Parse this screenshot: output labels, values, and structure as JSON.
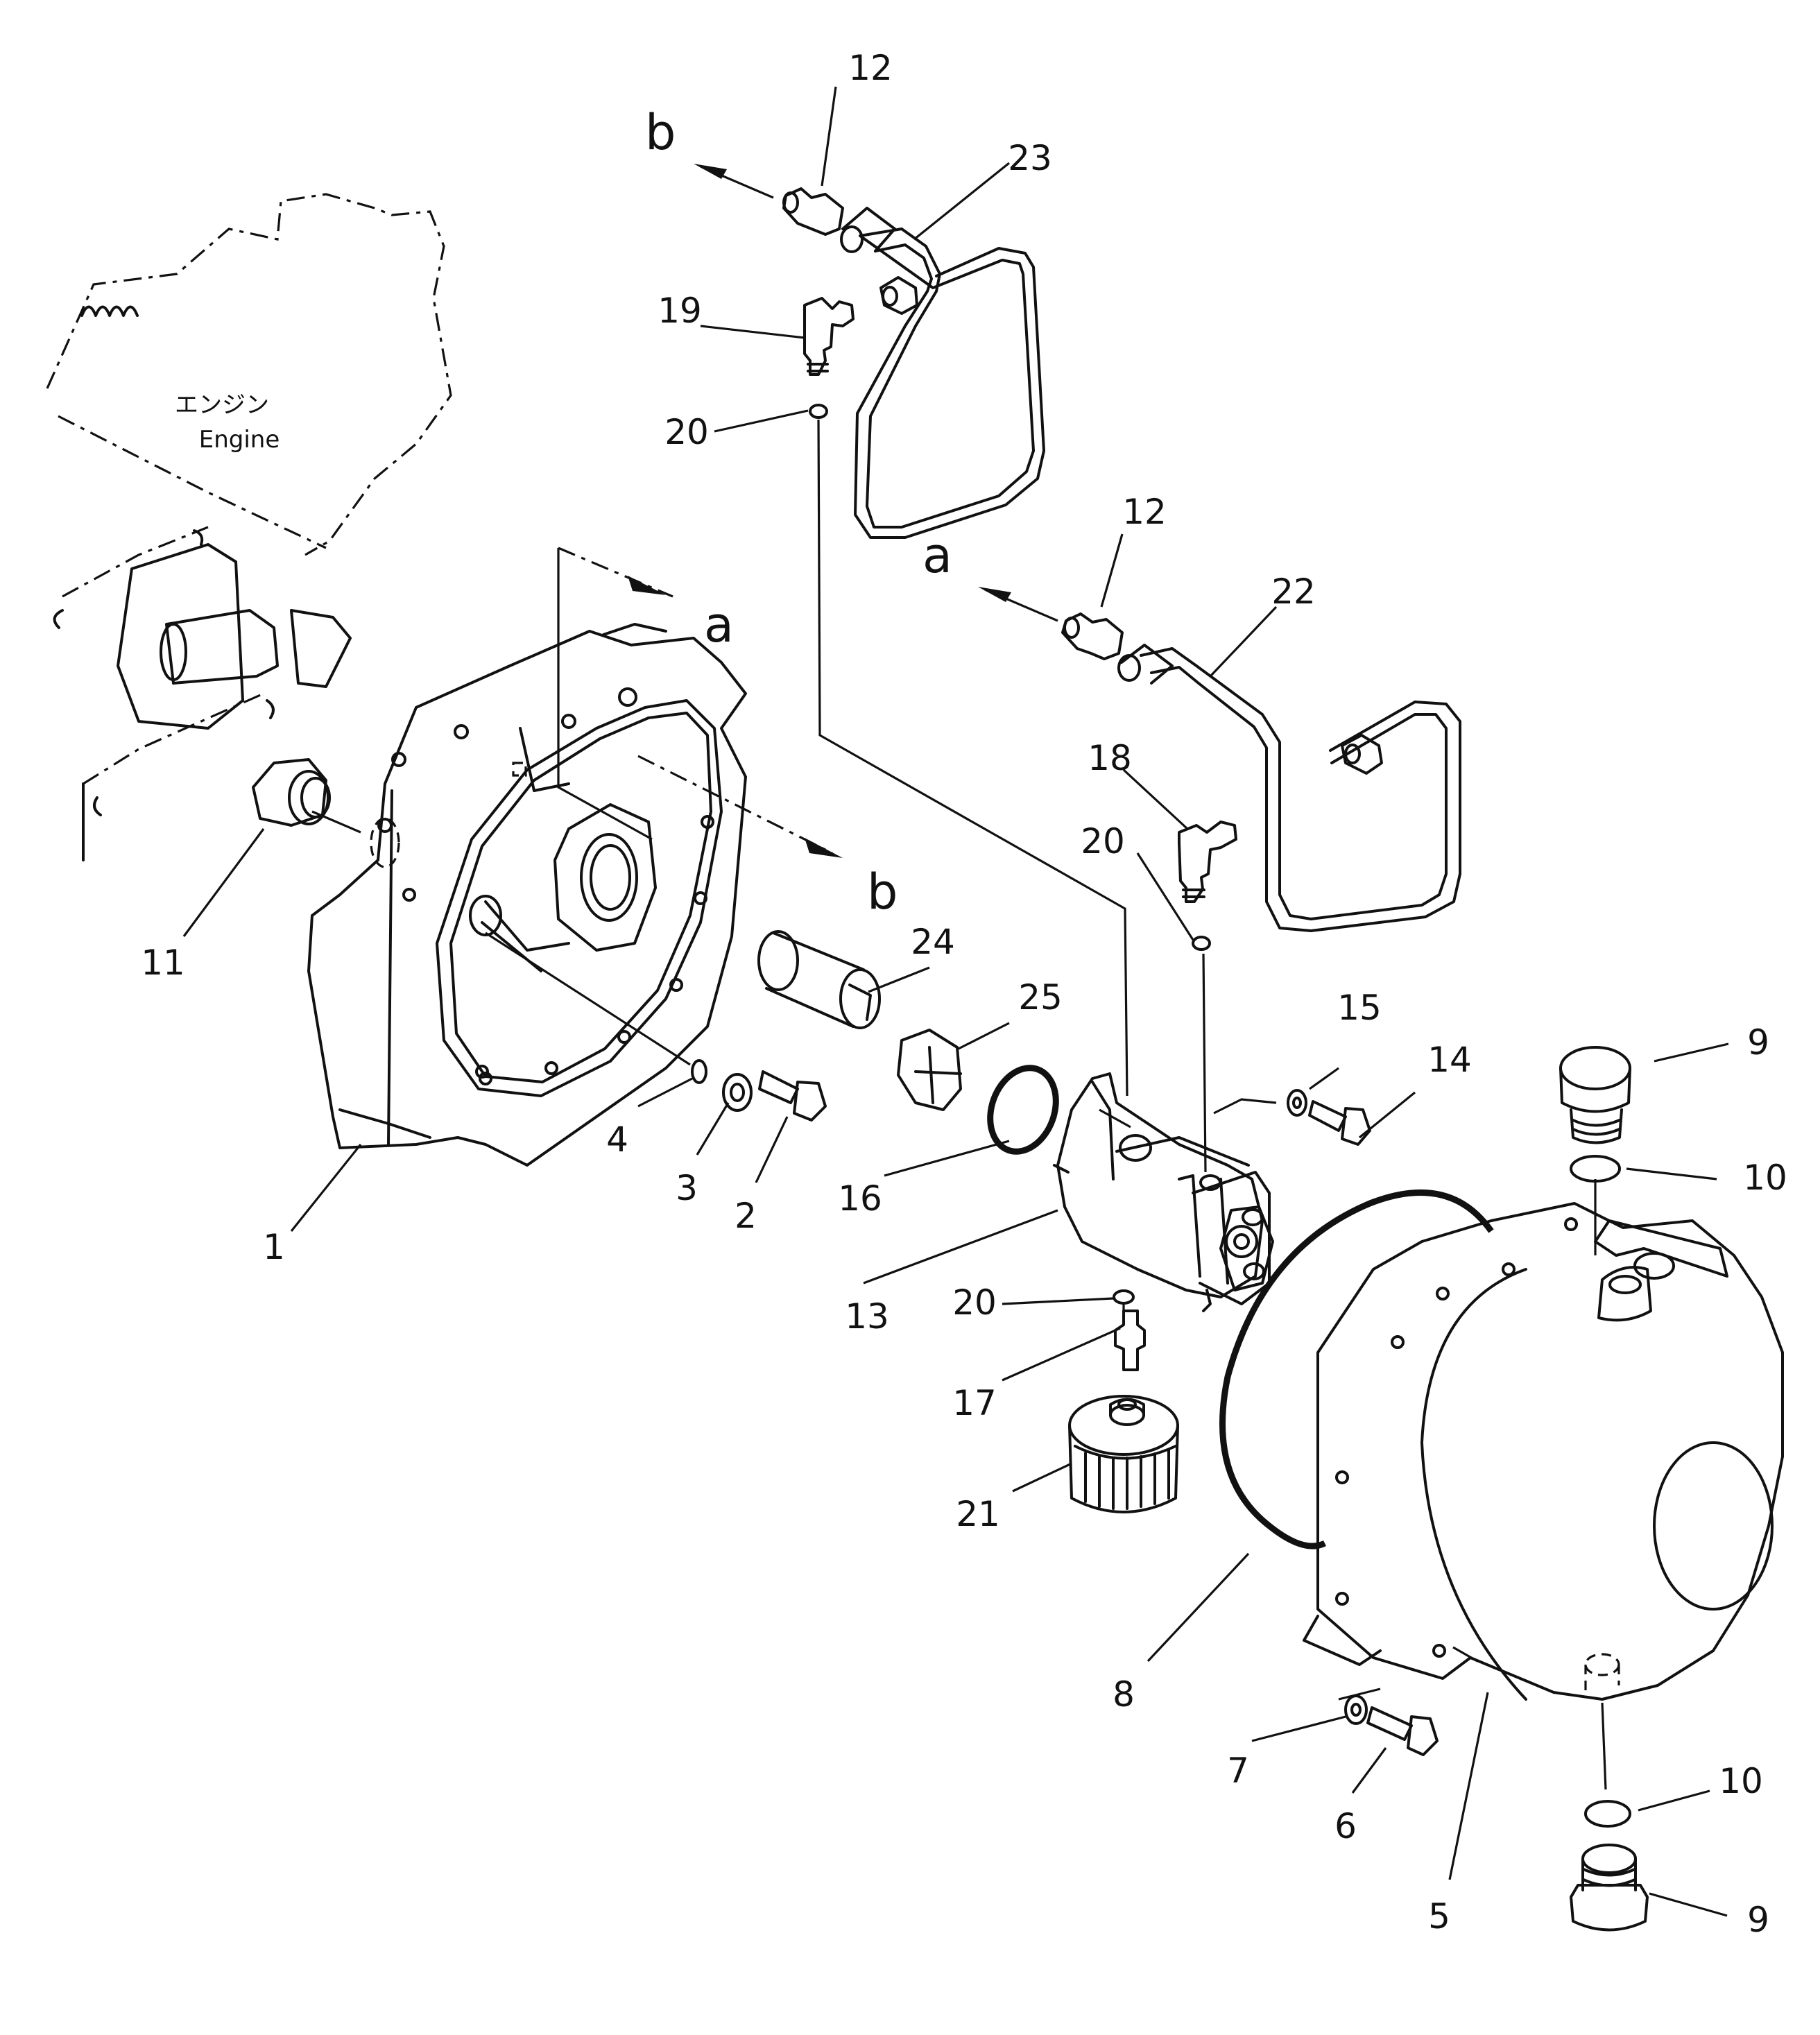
{
  "engine": {
    "label_jp": "エンジン",
    "label_en": "Engine"
  },
  "flow_labels": {
    "a": "a",
    "b": "b"
  },
  "callouts": {
    "c1": "1",
    "c2": "2",
    "c3": "3",
    "c4": "4",
    "c5": "5",
    "c6": "6",
    "c7": "7",
    "c8": "8",
    "c9_top": "9",
    "c9_bottom": "9",
    "c10_top": "10",
    "c10_bottom": "10",
    "c11": "11",
    "c12_top": "12",
    "c12_mid": "12",
    "c13": "13",
    "c14": "14",
    "c15": "15",
    "c16": "16",
    "c17": "17",
    "c18": "18",
    "c19": "19",
    "c20_top": "20",
    "c20_mid": "20",
    "c20_low": "20",
    "c21": "21",
    "c22": "22",
    "c23": "23",
    "c24": "24",
    "c25": "25"
  }
}
